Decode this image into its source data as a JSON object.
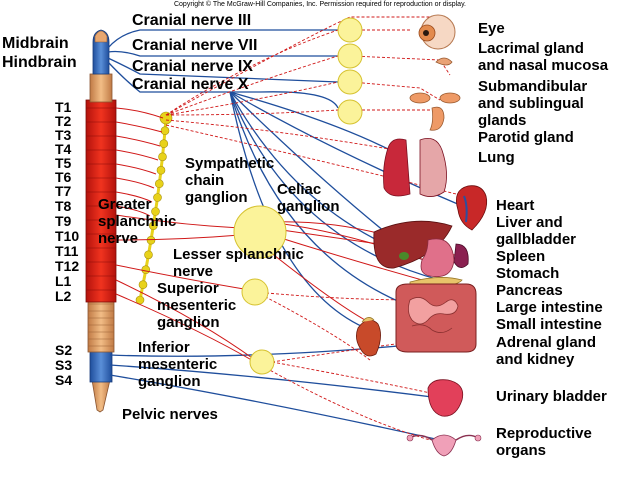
{
  "copyright": "Copyright © The McGraw-Hill Companies, Inc. Permission required for reproduction or display.",
  "brain_regions": {
    "midbrain": "Midbrain",
    "hindbrain": "Hindbrain"
  },
  "cranial_nerves": [
    "Cranial nerve III",
    "Cranial nerve VII",
    "Cranial nerve IX",
    "Cranial nerve X"
  ],
  "spinal_segments": [
    "T1",
    "T2",
    "T3",
    "T4",
    "T5",
    "T6",
    "T7",
    "T8",
    "T9",
    "T10",
    "T11",
    "T12",
    "L1",
    "L2",
    "S2",
    "S3",
    "S4"
  ],
  "ganglia": {
    "sympathetic_chain": [
      "Sympathetic",
      "chain",
      "ganglion"
    ],
    "celiac": [
      "Celiac",
      "ganglion"
    ],
    "superior_mesenteric": [
      "Superior",
      "mesenteric",
      "ganglion"
    ],
    "inferior_mesenteric": [
      "Inferior",
      "mesenteric",
      "ganglion"
    ]
  },
  "nerves": {
    "greater_splanchnic": [
      "Greater",
      "splanchnic",
      "nerve"
    ],
    "lesser_splanchnic": [
      "Lesser splanchnic",
      "nerve"
    ],
    "pelvic": "Pelvic nerves"
  },
  "organs": {
    "eye": "Eye",
    "lacrimal": [
      "Lacrimal gland",
      "and nasal mucosa"
    ],
    "submandibular": [
      "Submandibular",
      "and sublingual",
      "glands"
    ],
    "parotid": "Parotid gland",
    "lung": "Lung",
    "heart": "Heart",
    "liver": [
      "Liver and",
      "gallbladder"
    ],
    "spleen": "Spleen",
    "stomach": "Stomach",
    "pancreas": "Pancreas",
    "large_intestine": "Large intestine",
    "small_intestine": "Small intestine",
    "adrenal": [
      "Adrenal gland",
      "and kidney"
    ],
    "bladder": "Urinary bladder",
    "reproductive": [
      "Reproductive",
      "organs"
    ]
  },
  "colors": {
    "parasympathetic": "#1f4e9c",
    "sympathetic": "#d01818",
    "ganglion_fill": "#fbf39a",
    "chain": "#e8d21a",
    "cord_red": "#e8231a",
    "cord_blue": "#3a6fbf",
    "cord_tan": "#e7a66f"
  }
}
